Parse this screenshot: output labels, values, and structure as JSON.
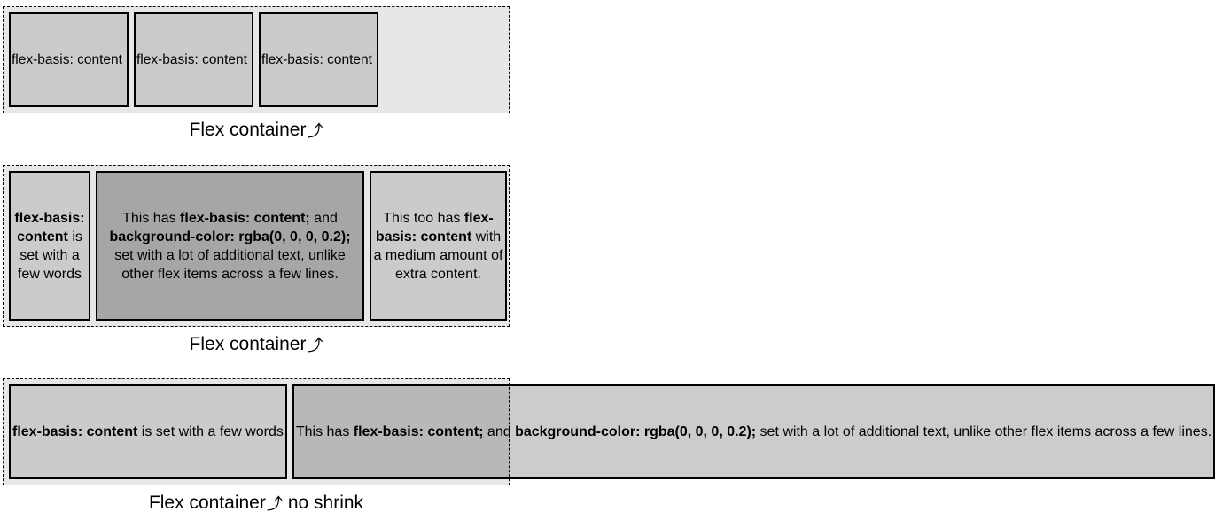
{
  "colors": {
    "page_bg": "#ffffff",
    "container_bg": "#e7e7e7",
    "item_bg": "#cbcbcb",
    "item_dark_bg": "#a6a6a6",
    "item_translucent_bg": "rgba(0, 0, 0, 0.2)",
    "border": "#000000",
    "text": "#000000"
  },
  "containers": [
    {
      "id": "equal-content-items",
      "items": [
        {
          "html": "flex-basis: content"
        },
        {
          "html": "flex-basis: content"
        },
        {
          "html": "flex-basis: content"
        }
      ],
      "caption": {
        "label": "Flex container",
        "arrow": "⤴",
        "suffix": ""
      }
    },
    {
      "id": "varied-content-items",
      "items": [
        {
          "html": "<b>flex-basis: content</b> is set with a few words"
        },
        {
          "html": "This has <b>flex-basis: content;</b> and <b>background-color: rgba(0, 0, 0, 0.2);</b> set with a lot of additional text, unlike other flex items across a few lines."
        },
        {
          "html": "This too has <b>flex-basis: content</b> with a medium amount of extra content."
        }
      ],
      "caption": {
        "label": "Flex container",
        "arrow": "⤴",
        "suffix": ""
      }
    },
    {
      "id": "no-shrink-items",
      "items": [
        {
          "html": "<b>flex-basis: content</b> is set with a few words"
        },
        {
          "html": "This has <b>flex-basis: content;</b> and <b>background-color: rgba(0, 0, 0, 0.2);</b> set with a lot of additional text, unlike other flex items across a few lines."
        }
      ],
      "caption": {
        "label": "Flex container",
        "arrow": "⤴",
        "suffix": "no shrink"
      }
    }
  ]
}
